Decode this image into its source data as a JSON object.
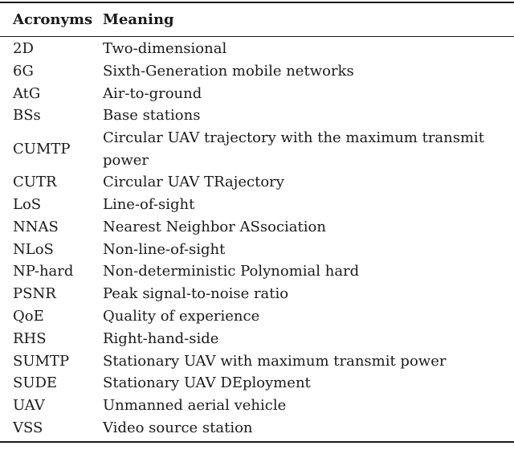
{
  "table": {
    "headers": {
      "acronym": "Acronyms",
      "meaning": "Meaning"
    },
    "rows": [
      {
        "acronym": "2D",
        "meaning": "Two-dimensional"
      },
      {
        "acronym": "6G",
        "meaning": "Sixth-Generation mobile networks"
      },
      {
        "acronym": "AtG",
        "meaning": "Air-to-ground"
      },
      {
        "acronym": "BSs",
        "meaning": "Base stations"
      },
      {
        "acronym": "CUMTP",
        "meaning": "Circular UAV trajectory with the maximum transmit power"
      },
      {
        "acronym": "CUTR",
        "meaning": "Circular UAV TRajectory"
      },
      {
        "acronym": "LoS",
        "meaning": "Line-of-sight"
      },
      {
        "acronym": "NNAS",
        "meaning": "Nearest Neighbor ASsociation"
      },
      {
        "acronym": "NLoS",
        "meaning": "Non-line-of-sight"
      },
      {
        "acronym": "NP-hard",
        "meaning": "Non-deterministic Polynomial hard"
      },
      {
        "acronym": "PSNR",
        "meaning": "Peak signal-to-noise ratio"
      },
      {
        "acronym": "QoE",
        "meaning": "Quality of experience"
      },
      {
        "acronym": "RHS",
        "meaning": "Right-hand-side"
      },
      {
        "acronym": "SUMTP",
        "meaning": "Stationary UAV with maximum transmit power"
      },
      {
        "acronym": "SUDE",
        "meaning": "Stationary UAV DEployment"
      },
      {
        "acronym": "UAV",
        "meaning": "Unmanned aerial vehicle"
      },
      {
        "acronym": "VSS",
        "meaning": "Video source station"
      }
    ]
  }
}
